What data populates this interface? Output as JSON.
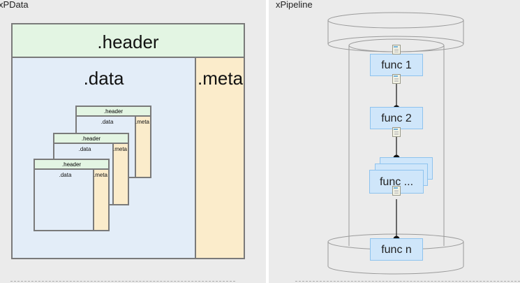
{
  "left_panel": {
    "title": "xPData",
    "header_label": ".header",
    "data_label": ".data",
    "meta_label": ".meta",
    "nested_items": [
      {
        "header": ".header",
        "data": ".data",
        "meta": ".meta"
      },
      {
        "header": ".header",
        "data": ".data",
        "meta": ".meta"
      },
      {
        "header": ".header",
        "data": ".data",
        "meta": ".meta"
      }
    ]
  },
  "right_panel": {
    "title": "xPipeline",
    "functions": [
      "func 1",
      "func 2",
      "func ...",
      "func n"
    ]
  },
  "colors": {
    "header": "#e3f5e3",
    "data": "#e3edf8",
    "meta": "#fbeccb",
    "function": "#cfe6fa"
  }
}
